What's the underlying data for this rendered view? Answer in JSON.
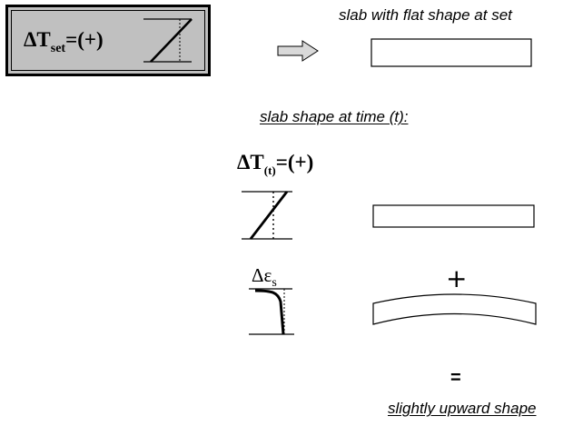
{
  "set_condition": {
    "delta": "ΔT",
    "subscript": "set",
    "value": "=(+)"
  },
  "flat_caption": "slab with flat shape at set",
  "time_heading": "slab shape at time (t):",
  "time_condition": {
    "delta": "ΔT",
    "subscript": "(t)",
    "value": "=(+)"
  },
  "shrinkage_label": {
    "symbol": "Δε",
    "subscript": "s"
  },
  "plus_sign": "+",
  "equals_sign": "=",
  "result_caption": "slightly upward shape",
  "colors": {
    "box_fill": "#c0c0c0",
    "line": "#000000",
    "arrow_fill": "#d9d9d9"
  }
}
